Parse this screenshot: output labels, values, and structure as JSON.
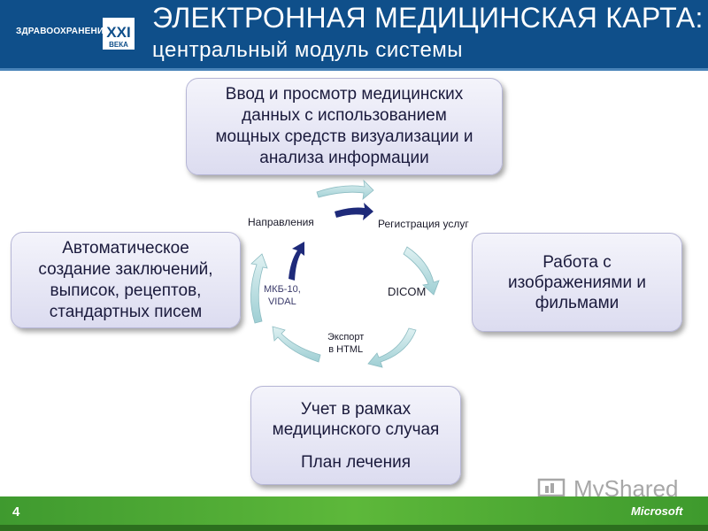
{
  "logo": {
    "text": "ЗДРАВООХРАНЕНИЕ",
    "mark": "XXI",
    "sub": "ВЕКА"
  },
  "header": {
    "title": "ЭЛЕКТРОННАЯ МЕДИЦИНСКАЯ КАРТА:",
    "subtitle": "центральный модуль системы"
  },
  "boxes": {
    "top": [
      "Ввод и просмотр медицинских",
      "данных с использованием",
      "мощных средств визуализации и",
      "анализа информации"
    ],
    "left": [
      "Автоматическое",
      "создание заключений,",
      "выписок, рецептов,",
      "стандартных писем"
    ],
    "right": [
      "Работа с",
      "изображениями и",
      "фильмами"
    ],
    "bottom": [
      "Учет в рамках",
      "медицинского случая",
      "План лечения"
    ]
  },
  "cycle": {
    "napravleniya": "Направления",
    "registraciya": "Регистрация услуг",
    "dicom": "DICOM",
    "export_1": "Экспорт",
    "export_2": "в HTML",
    "mkb_1": "МКБ-10,",
    "mkb_2": "VIDAL"
  },
  "footer": {
    "page_number": "4",
    "brand": "Microsoft",
    "watermark": "MyShared"
  },
  "colors": {
    "header_bg": "#0f4f8a",
    "footer_green": "#4ea935",
    "arrow_teal": "#a9d6da",
    "arrow_navy": "#1e2a7a"
  }
}
